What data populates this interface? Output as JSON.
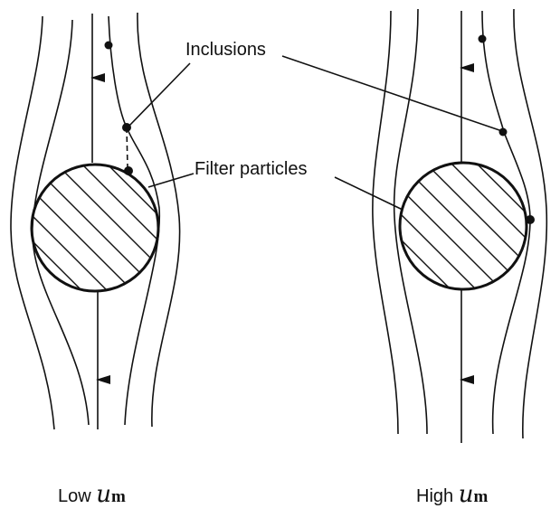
{
  "labels": {
    "inclusions": "Inclusions",
    "filter_particles": "Filter particles"
  },
  "panels": [
    {
      "prefix": "Low",
      "symbol": "u",
      "subscript": "m"
    },
    {
      "prefix": "High",
      "symbol": "u",
      "subscript": "m"
    }
  ]
}
